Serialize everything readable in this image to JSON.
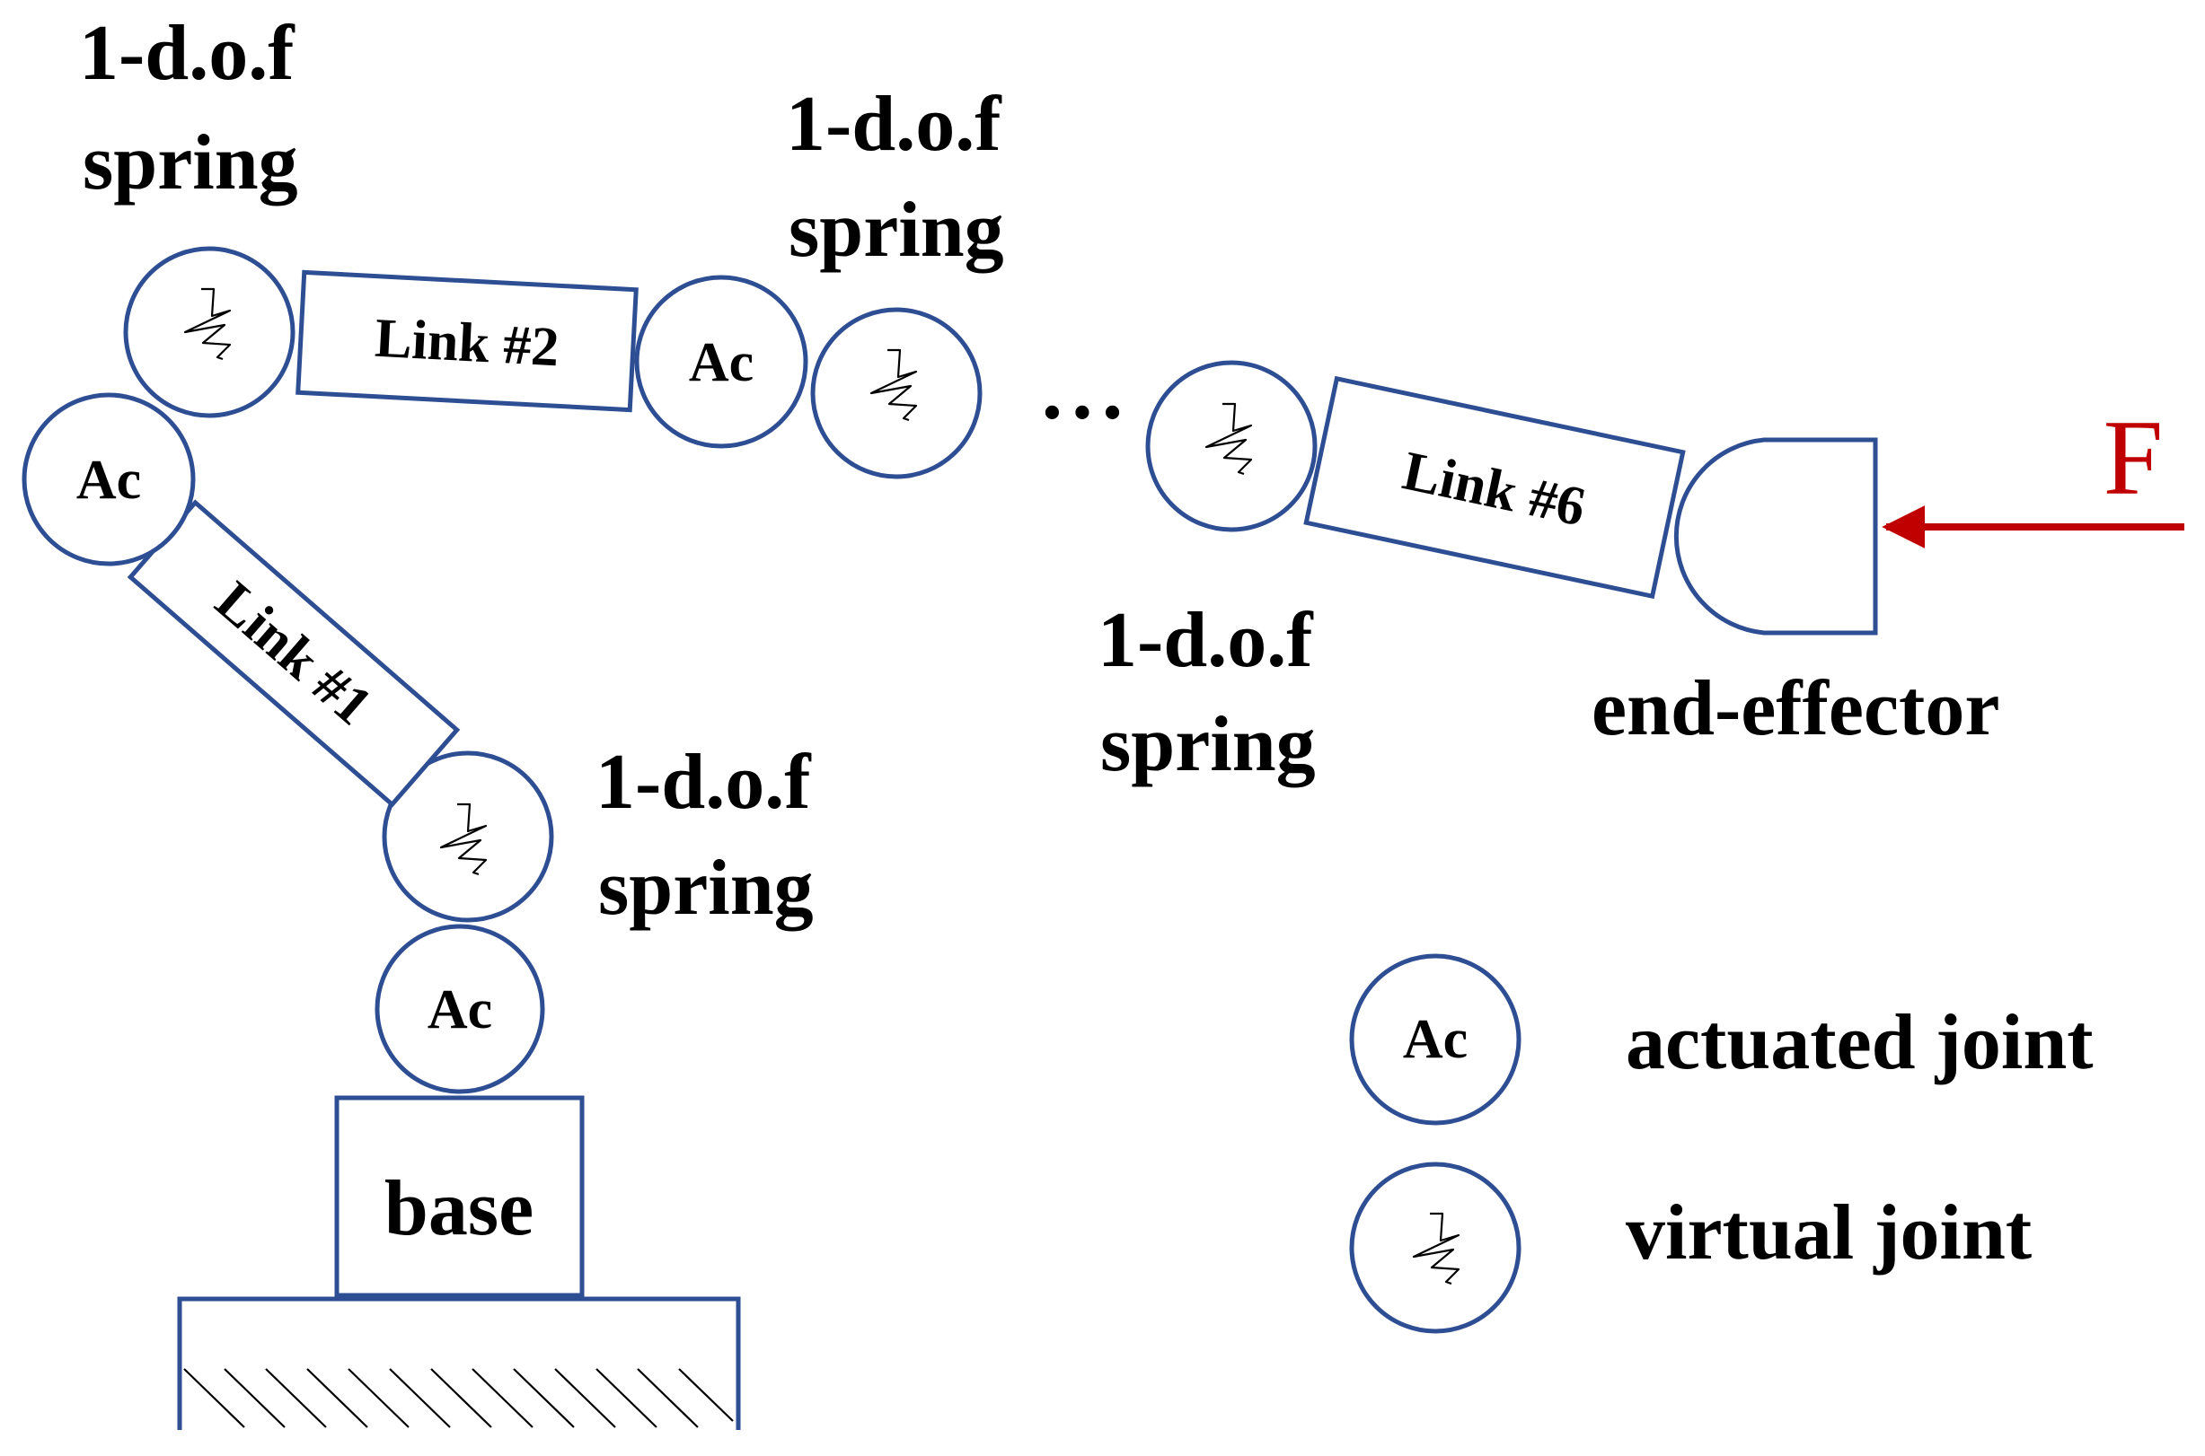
{
  "labels": {
    "spring_top_left": [
      "1-d.o.f",
      "spring"
    ],
    "spring_top_middle": [
      "1-d.o.f",
      "spring"
    ],
    "spring_lower_middle": [
      "1-d.o.f",
      "spring"
    ],
    "spring_lower_left": [
      "1-d.o.f",
      "spring"
    ],
    "end_effector": "end-effector",
    "base": "base",
    "force": "F",
    "ellipsis": "• • •"
  },
  "links": {
    "link1": "Link #1",
    "link2": "Link #2",
    "link6": "Link #6"
  },
  "joints": {
    "actuated_label": "Ac"
  },
  "legend": {
    "actuated": "actuated joint",
    "virtual": "virtual joint"
  },
  "colors": {
    "outline": "#2e4e94",
    "force_arrow": "#c00000",
    "text": "#000000"
  }
}
